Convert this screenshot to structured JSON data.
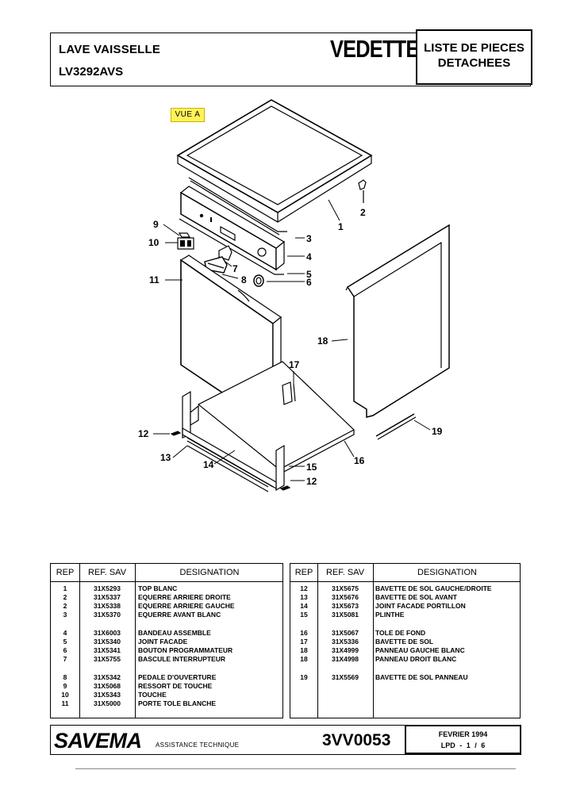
{
  "header": {
    "product": "LAVE VAISSELLE",
    "model": "LV3292AVS",
    "brand": "VEDETTE",
    "doc_title_line1": "LISTE DE PIECES",
    "doc_title_line2": "DETACHEES"
  },
  "view_label": "VUE A",
  "callouts": [
    "1",
    "2",
    "3",
    "4",
    "5",
    "6",
    "7",
    "8",
    "9",
    "10",
    "11",
    "12",
    "13",
    "14",
    "15",
    "16",
    "17",
    "18",
    "19",
    "12"
  ],
  "table": {
    "headers": {
      "rep": "REP",
      "ref": "REF. SAV",
      "designation": "DESIGNATION"
    },
    "left_rows": [
      {
        "rep": "1",
        "ref": "31X5293",
        "des": "TOP BLANC"
      },
      {
        "rep": "2",
        "ref": "31X5337",
        "des": "EQUERRE ARRIERE DROITE"
      },
      {
        "rep": "2",
        "ref": "31X5338",
        "des": "EQUERRE ARRIERE GAUCHE"
      },
      {
        "rep": "3",
        "ref": "31X5370",
        "des": "EQUERRE AVANT BLANC"
      },
      {
        "rep": "4",
        "ref": "31X6003",
        "des": "BANDEAU ASSEMBLE"
      },
      {
        "rep": "5",
        "ref": "31X5340",
        "des": "JOINT FACADE"
      },
      {
        "rep": "6",
        "ref": "31X5341",
        "des": "BOUTON PROGRAMMATEUR"
      },
      {
        "rep": "7",
        "ref": "31X5755",
        "des": "BASCULE INTERRUPTEUR"
      },
      {
        "rep": "8",
        "ref": "31X5342",
        "des": "PEDALE D'OUVERTURE"
      },
      {
        "rep": "9",
        "ref": "31X5068",
        "des": "RESSORT DE TOUCHE"
      },
      {
        "rep": "10",
        "ref": "31X5343",
        "des": "TOUCHE"
      },
      {
        "rep": "11",
        "ref": "31X5000",
        "des": "PORTE TOLE BLANCHE"
      }
    ],
    "right_rows": [
      {
        "rep": "12",
        "ref": "31X5675",
        "des": "BAVETTE DE SOL GAUCHE/DROITE"
      },
      {
        "rep": "13",
        "ref": "31X5676",
        "des": "BAVETTE DE SOL AVANT"
      },
      {
        "rep": "14",
        "ref": "31X5673",
        "des": "JOINT FACADE PORTILLON"
      },
      {
        "rep": "15",
        "ref": "31X5081",
        "des": "PLINTHE"
      },
      {
        "rep": "16",
        "ref": "31X5067",
        "des": "TOLE DE FOND"
      },
      {
        "rep": "17",
        "ref": "31X5336",
        "des": "BAVETTE DE SOL"
      },
      {
        "rep": "18",
        "ref": "31X4999",
        "des": "PANNEAU GAUCHE BLANC"
      },
      {
        "rep": "18",
        "ref": "31X4998",
        "des": "PANNEAU DROIT BLANC"
      },
      {
        "rep": "19",
        "ref": "31X5569",
        "des": "BAVETTE DE SOL PANNEAU"
      }
    ]
  },
  "footer": {
    "company": "SAVEMA",
    "subtitle": "ASSISTANCE TECHNIQUE",
    "code": "3VV0053",
    "date": "FEVRIER 1994",
    "page": "LPD - 1 / 6"
  },
  "colors": {
    "view_tag_bg": "#fff25a",
    "ink": "#000000"
  }
}
